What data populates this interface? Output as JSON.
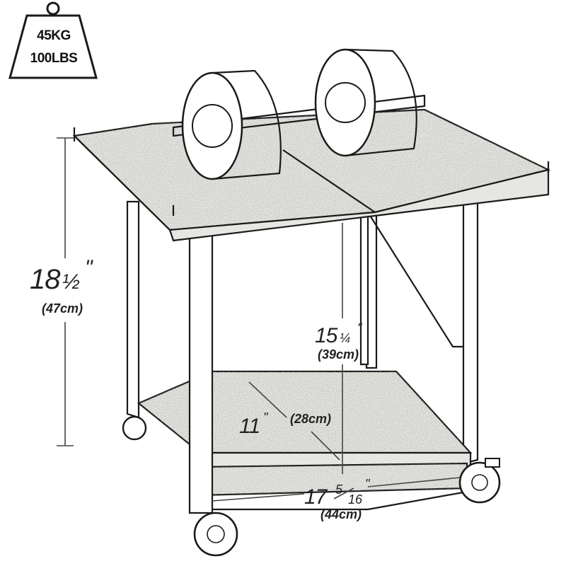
{
  "weight_badge": {
    "kg": "45KG",
    "lbs": "100LBS"
  },
  "dimensions": {
    "total_height": {
      "main": "18",
      "fraction": "½",
      "mark": "\"",
      "metric": "(47cm)"
    },
    "shelf_clearance": {
      "main": "15",
      "fraction": "¼",
      "mark": "\"",
      "metric": "(39cm)"
    },
    "depth": {
      "main": "11",
      "mark": "\"",
      "metric": "(28cm)"
    },
    "width": {
      "main": "17",
      "fraction_num": "5",
      "fraction_den": "16",
      "mark": "\"",
      "metric": "(44cm)"
    }
  },
  "colors": {
    "outline": "#1a1a1a",
    "shelf_fill": "#e6e6e2",
    "background": "#ffffff"
  }
}
